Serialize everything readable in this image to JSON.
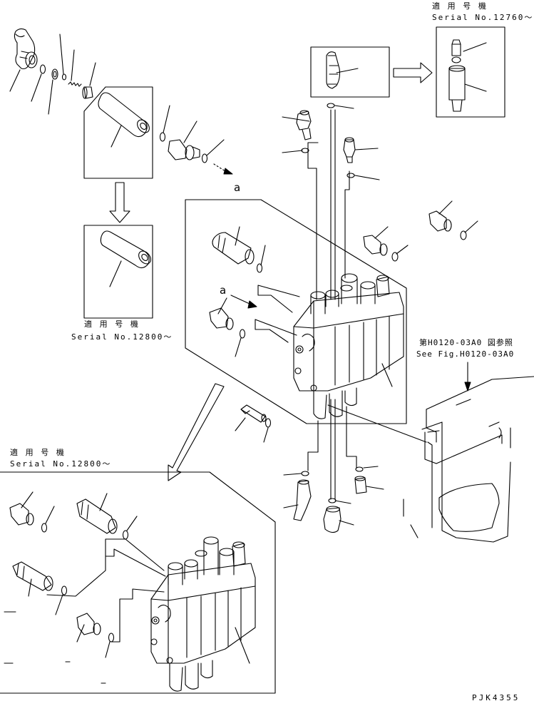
{
  "notes": {
    "top_right": {
      "jp": "適 用 号 機",
      "serial": "Serial No.12760～"
    },
    "upper_left": {
      "jp": "適 用 号 機",
      "serial": "Serial No.12800～"
    },
    "lower_left": {
      "jp": "適 用 号 機",
      "serial": "Serial No.12800～"
    },
    "figure_ref": {
      "jp": "第H0120-03A0 図参照",
      "en": "See Fig.H0120-03A0"
    }
  },
  "markers": {
    "a_upper": "a",
    "a_lower": "a"
  },
  "drawing_code": "PJK4355",
  "colors": {
    "line": "#000000",
    "background": "#ffffff"
  }
}
